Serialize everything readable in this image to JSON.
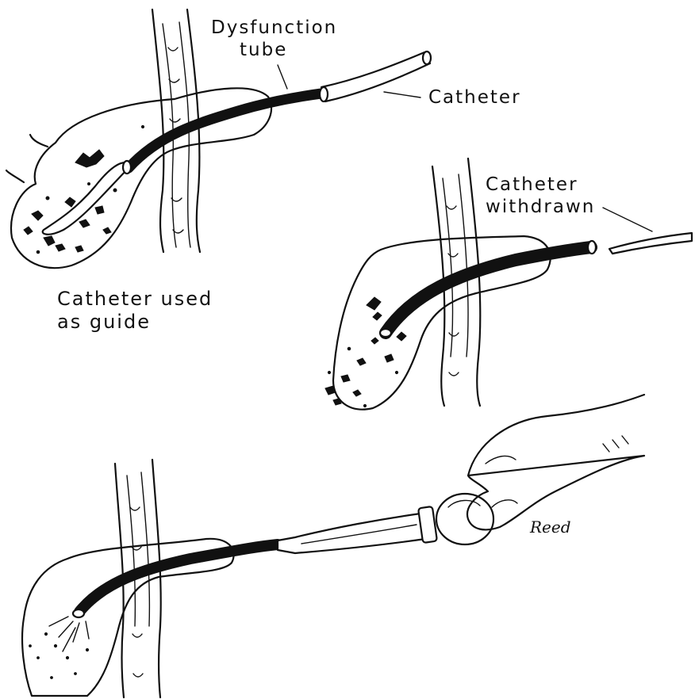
{
  "labels": {
    "dysfunction_tube_line1": "Dysfunction",
    "dysfunction_tube_line2": "tube",
    "catheter": "Catheter",
    "catheter_withdrawn_line1": "Catheter",
    "catheter_withdrawn_line2": "withdrawn",
    "catheter_guide_line1": "Catheter used",
    "catheter_guide_line2": "as guide"
  },
  "signature": "Reed",
  "colors": {
    "ink": "#111111",
    "paper": "#ffffff"
  }
}
